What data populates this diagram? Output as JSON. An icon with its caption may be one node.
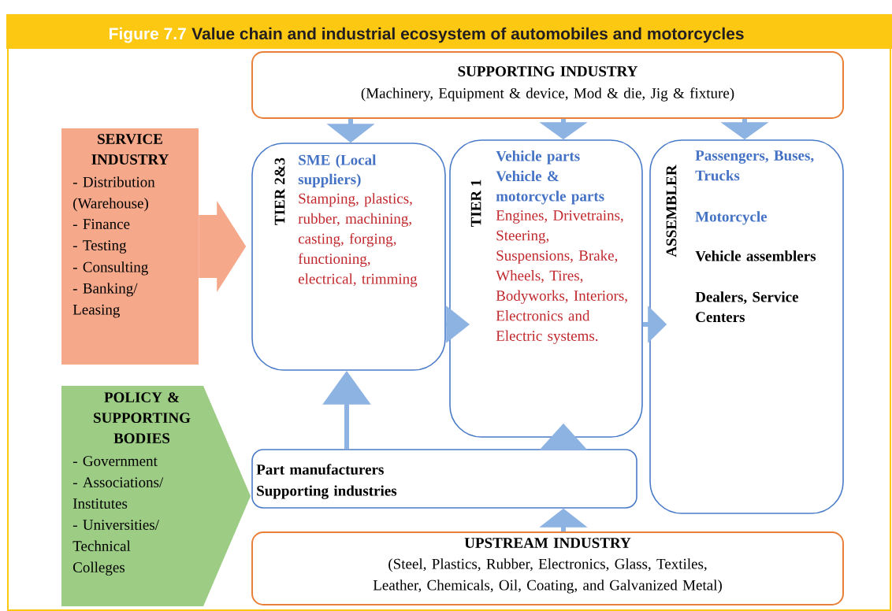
{
  "diagram": {
    "title": "Value chain and industrial ecosystem of automobiles and motorcycles",
    "nodes": [
      {
        "text": [
          "SUPPORTING INDUSTRY",
          "(Machinery, Equipment & device, Mod & die, Jig & fixture)"
        ]
      },
      {
        "text": [
          "SERVICE INDUSTRY",
          "- Distribution (Warehouse)",
          "- Finance",
          "- Testing",
          "- Consulting",
          "- Banking/ Leasing"
        ]
      },
      {
        "text": [
          "TIER 2&3",
          "SME (Local suppliers)",
          "Stamping, plastics, rubber, machining, casting, forging, functioning, electrical, trimming"
        ]
      },
      {
        "text": [
          "TIER 1",
          "Vehicle parts Vehicle & motorcycle parts",
          "Engines, Drivetrains, Steering, Suspensions, Brake, Wheels, Tires, Bodyworks, Interiors, Electronics and Electric systems."
        ]
      },
      {
        "text": [
          "ASSEMBLER",
          "Passengers, Buses, Trucks",
          "Motorcycle",
          "Vehicle assemblers",
          "Dealers, Service Centers"
        ]
      },
      {
        "text": [
          "POLICY & SUPPORTING BODIES",
          "- Government",
          "- Associations/ Institutes",
          "- Universities/ Technical Colleges"
        ]
      },
      {
        "text": [
          "Part manufacturers Supporting industries"
        ]
      },
      {
        "text": [
          "UPSTREAM INDUSTRY",
          "(Steel, Plastics, Rubber, Electronics, Glass, Textiles, Leather, Chemicals, Oil, Coating, and Galvanized Metal)"
        ]
      }
    ],
    "edges": [
      {
        "from": 0,
        "to": 2,
        "arrow": "to"
      },
      {
        "from": 0,
        "to": 3,
        "arrow": "to"
      },
      {
        "from": 0,
        "to": 4,
        "arrow": "to"
      },
      {
        "from": 1,
        "to": 2,
        "arrow": "to",
        "style": "thick",
        "color": "#f5a98a"
      },
      {
        "from": 2,
        "to": 3,
        "arrow": "to"
      },
      {
        "from": 3,
        "to": 4,
        "arrow": "to"
      },
      {
        "from": 6,
        "to": 2,
        "arrow": "to"
      },
      {
        "from": 6,
        "to": 3,
        "arrow": "to"
      },
      {
        "from": 7,
        "to": 6,
        "arrow": "to"
      }
    ],
    "labels": [
      "Figure 7.7"
    ]
  }
}
